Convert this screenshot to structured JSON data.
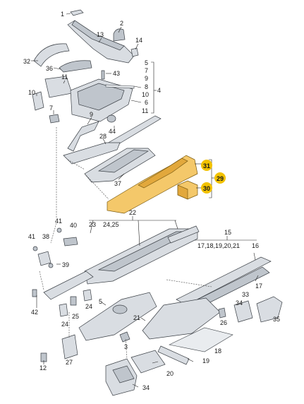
{
  "callouts": [
    {
      "id": "c1",
      "text": "1"
    },
    {
      "id": "c2",
      "text": "2"
    },
    {
      "id": "c13",
      "text": "13"
    },
    {
      "id": "c14",
      "text": "14"
    },
    {
      "id": "c32",
      "text": "32"
    },
    {
      "id": "c36",
      "text": "36"
    },
    {
      "id": "c11",
      "text": "11"
    },
    {
      "id": "c43",
      "text": "43"
    },
    {
      "id": "c5",
      "text": "5"
    },
    {
      "id": "c7",
      "text": "7"
    },
    {
      "id": "c9",
      "text": "9"
    },
    {
      "id": "c8",
      "text": "8"
    },
    {
      "id": "c10b",
      "text": "10"
    },
    {
      "id": "c4",
      "text": "4"
    },
    {
      "id": "c6",
      "text": "6"
    },
    {
      "id": "c11b",
      "text": "11"
    },
    {
      "id": "c10",
      "text": "10"
    },
    {
      "id": "c7b",
      "text": "7"
    },
    {
      "id": "c9b",
      "text": "9"
    },
    {
      "id": "c44",
      "text": "44"
    },
    {
      "id": "c28",
      "text": "28"
    },
    {
      "id": "c31",
      "text": "31"
    },
    {
      "id": "c29",
      "text": "29"
    },
    {
      "id": "c37",
      "text": "37"
    },
    {
      "id": "c30",
      "text": "30"
    },
    {
      "id": "c22",
      "text": "22"
    },
    {
      "id": "c41",
      "text": "41"
    },
    {
      "id": "c40",
      "text": "40"
    },
    {
      "id": "c23",
      "text": "23"
    },
    {
      "id": "c2425",
      "text": "24,25"
    },
    {
      "id": "c15",
      "text": "15"
    },
    {
      "id": "c41b",
      "text": "41"
    },
    {
      "id": "c38",
      "text": "38"
    },
    {
      "id": "c1721",
      "text": "17,18,19,20,21"
    },
    {
      "id": "c16",
      "text": "16"
    },
    {
      "id": "c39",
      "text": "39"
    },
    {
      "id": "c17",
      "text": "17"
    },
    {
      "id": "c42",
      "text": "42"
    },
    {
      "id": "c5b",
      "text": "5"
    },
    {
      "id": "c33",
      "text": "33"
    },
    {
      "id": "c34",
      "text": "34"
    },
    {
      "id": "c24",
      "text": "24"
    },
    {
      "id": "c25",
      "text": "25"
    },
    {
      "id": "c24b",
      "text": "24"
    },
    {
      "id": "c21",
      "text": "21"
    },
    {
      "id": "c26",
      "text": "26"
    },
    {
      "id": "c35",
      "text": "35"
    },
    {
      "id": "c3",
      "text": "3"
    },
    {
      "id": "c18",
      "text": "18"
    },
    {
      "id": "c27",
      "text": "27"
    },
    {
      "id": "c19",
      "text": "19"
    },
    {
      "id": "c12",
      "text": "12"
    },
    {
      "id": "c20",
      "text": "20"
    },
    {
      "id": "c34b",
      "text": "34"
    }
  ],
  "colors": {
    "highlight": "#f4c86a",
    "badge": "#f2c200",
    "part": "#d9dde2",
    "outline": "#3a3f45"
  }
}
